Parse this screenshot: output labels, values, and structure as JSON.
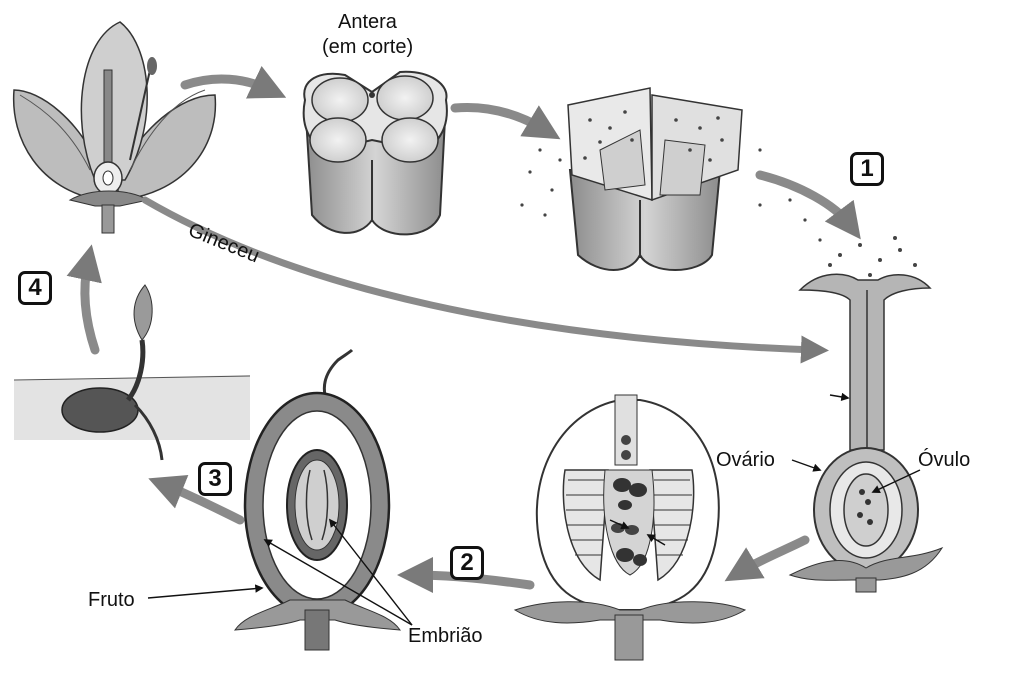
{
  "labels": {
    "antera_line1": "Antera",
    "antera_line2": "(em corte)",
    "gineceu": "Gineceu",
    "ovario": "Ovário",
    "ovulo": "Óvulo",
    "fruto": "Fruto",
    "embriao": "Embrião"
  },
  "steps": [
    "1",
    "2",
    "3",
    "4"
  ],
  "colors": {
    "ink": "#111111",
    "arrow": "#8a8a8a",
    "tissue_light": "#d9d9d9",
    "tissue_mid": "#a8a8a8",
    "tissue_dark": "#555555"
  }
}
